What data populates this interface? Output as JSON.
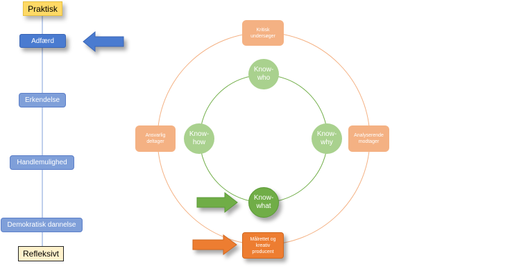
{
  "axis": {
    "top_label": "Praktisk",
    "bottom_label": "Refleksivt",
    "steps": [
      "Adfærd",
      "Erkendelse",
      "Handlemulighed",
      "Demokratisk dannelse"
    ],
    "highlighted_step": "Adfærd"
  },
  "outer_ring": {
    "roles": {
      "top": "Kritisk undersøger",
      "left": "Ansvarlig deltager",
      "right": "Analyserende modtager",
      "bottom": "Målrettet og kreativ producent"
    },
    "highlighted_role": "Målrettet og kreativ producent"
  },
  "inner_ring": {
    "nodes": {
      "top": "Know-who",
      "left": "Know-how",
      "right": "Know-why",
      "bottom": "Know-what"
    },
    "highlighted_node": "Know-what"
  },
  "arrows": [
    {
      "points_to": "Adfærd",
      "color": "#4a7bd0"
    },
    {
      "points_to": "Know-what",
      "color": "#70ad47"
    },
    {
      "points_to": "Målrettet og kreativ producent",
      "color": "#ed7d31"
    }
  ],
  "colors": {
    "blue": "#7f9fd9",
    "blue_dark": "#4a7bd0",
    "peach": "#f4b183",
    "orange": "#ed7d31",
    "green_light": "#a9d18e",
    "green_dark": "#70ad47",
    "yellow": "#ffd966",
    "cream": "#fff2cc"
  }
}
